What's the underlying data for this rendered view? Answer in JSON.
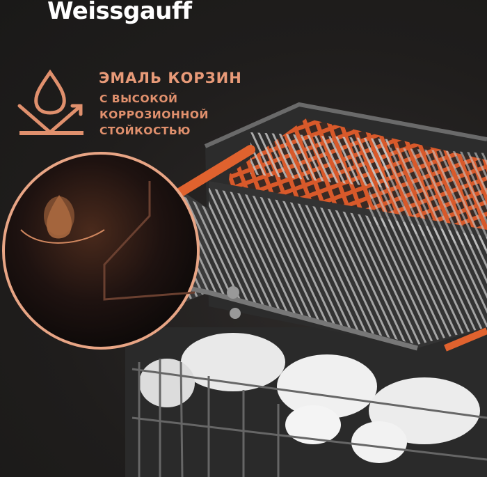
{
  "brand": {
    "logo": "Weissgauff"
  },
  "feature": {
    "icon": "water-drop-reflect-icon",
    "title": "ЭМАЛЬ КОРЗИН",
    "lines": [
      "С ВЫСОКОЙ",
      "КОРРОЗИОННОЙ",
      "СТОЙКОСТЬЮ"
    ]
  },
  "colors": {
    "accent": "#e89a78",
    "background": "#1f1d1c",
    "basket_orange": "#e0622e"
  }
}
